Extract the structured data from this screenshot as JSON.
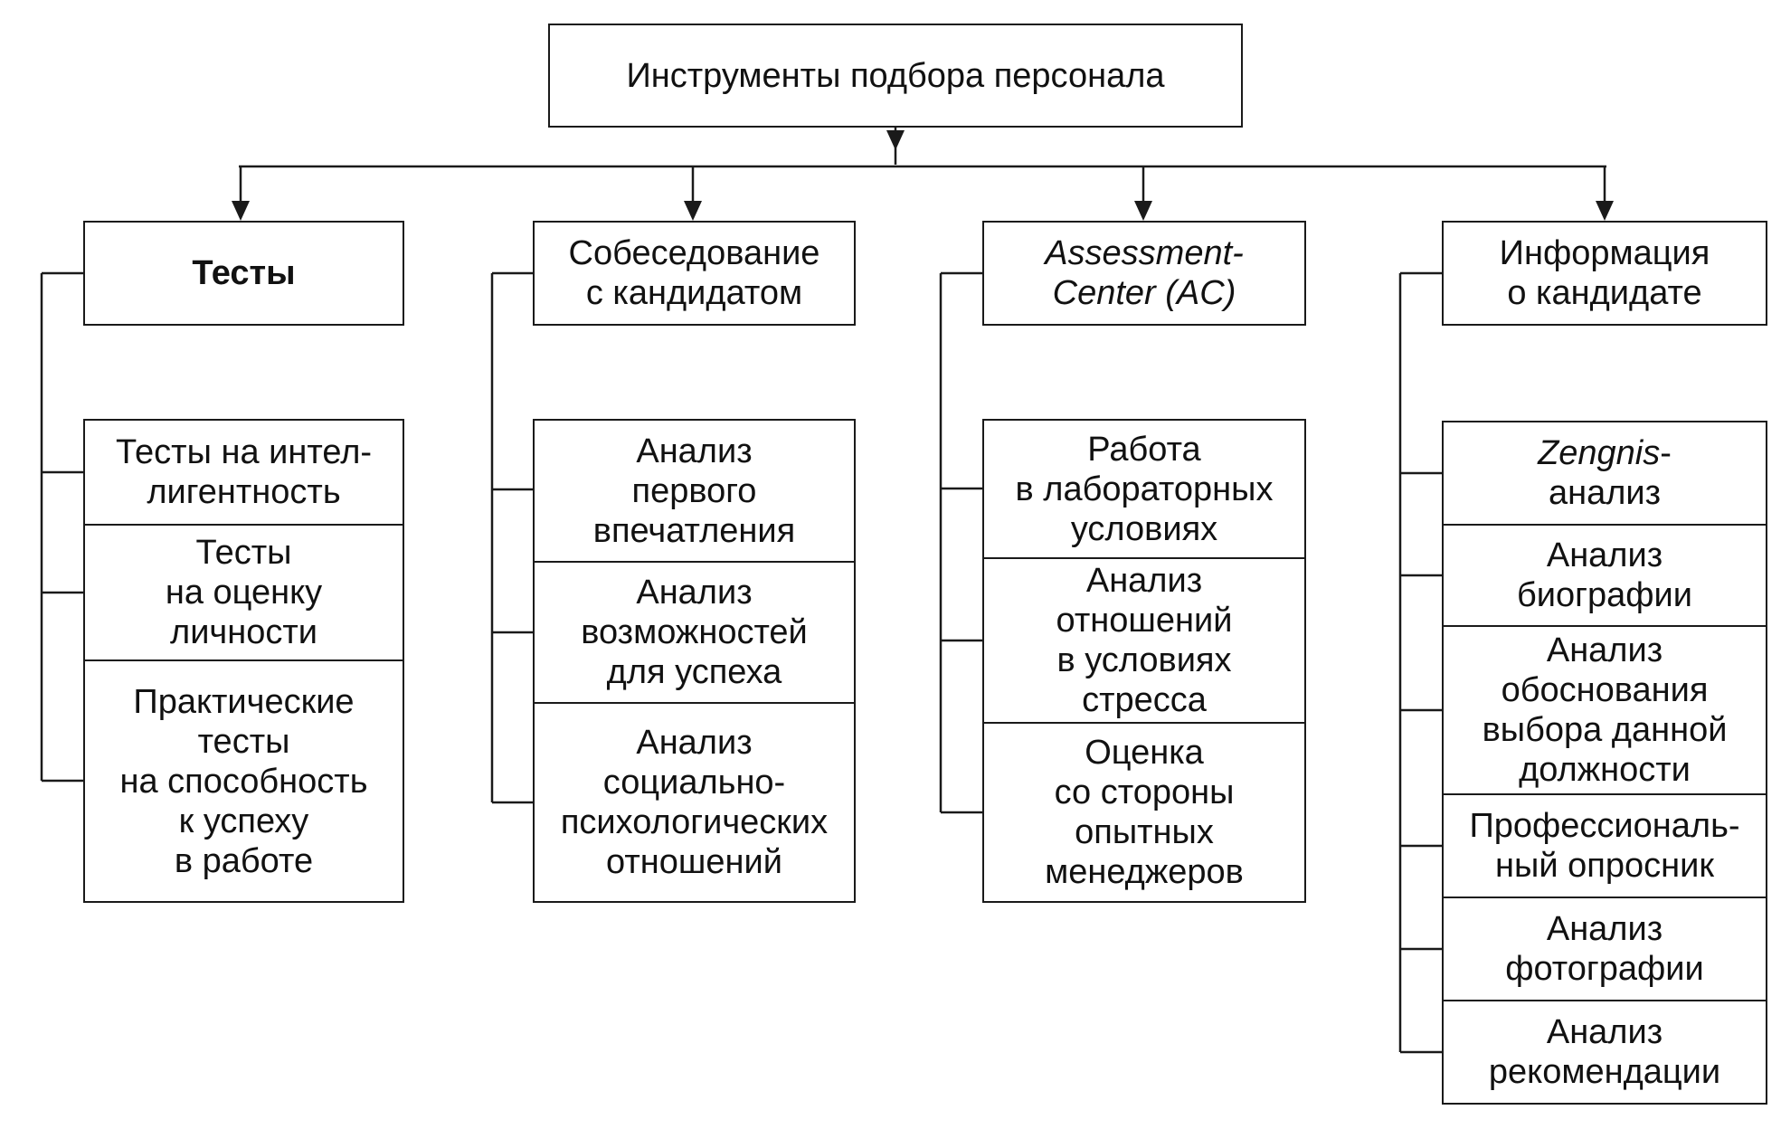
{
  "root": {
    "label": "Инструменты подбора персонала"
  },
  "columns": [
    {
      "head": "Тесты",
      "head_italic_part": "",
      "items": [
        "Тесты на интел-\nлигентность",
        "Тесты\nна оценку\nличности",
        "Практические\nтесты\nна способность\nк успеху\nв работе"
      ]
    },
    {
      "head": "Собеседование\nс кандидатом",
      "items": [
        "Анализ\nпервого\nвпечатления",
        "Анализ\nвозможностей\nдля успеха",
        "Анализ\nсоциально-\nпсихологических\nотношений"
      ]
    },
    {
      "head": "Assessment-\nCenter (AC)",
      "head_italic": true,
      "items": [
        "Работа\nв лабораторных\nусловиях",
        "Анализ\nотношений\nв условиях\nстресса",
        "Оценка\nсо стороны\nопытных\nменеджеров"
      ]
    },
    {
      "head": "Информация\nо кандидате",
      "items": [
        "Zengnis-\nанализ",
        "Анализ\nбиографии",
        "Анализ\nобоснования\nвыбора данной\nдолжности",
        "Профессиональ-\nный  опросник",
        "Анализ\nфотографии",
        "Анализ\nрекомендации"
      ],
      "italic_item_prefix": {
        "index": 0,
        "text": "Zengnis"
      }
    }
  ]
}
